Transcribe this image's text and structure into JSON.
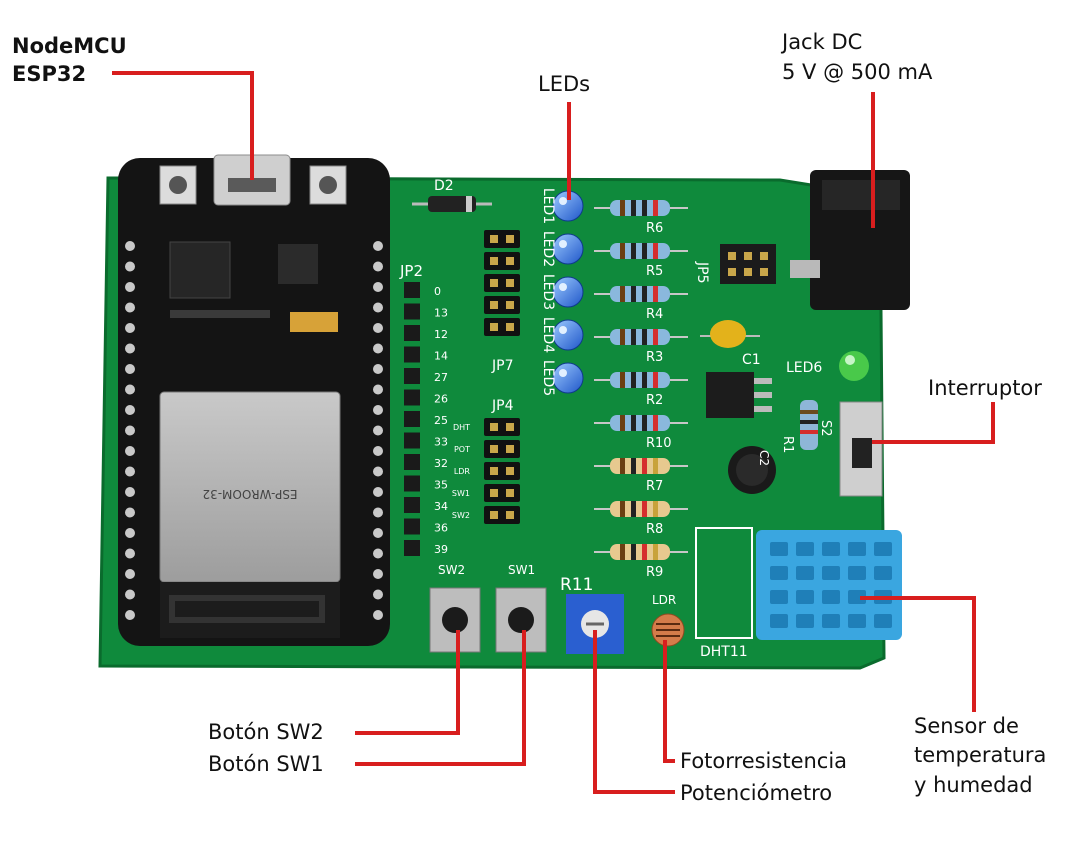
{
  "labels": {
    "nodemcu_line1": "NodeMCU",
    "nodemcu_line2": "ESP32",
    "leds": "LEDs",
    "jack_line1": "Jack DC",
    "jack_line2": "5 V @ 500 mA",
    "interruptor": "Interruptor",
    "sw2": "Botón SW2",
    "sw1": "Botón SW1",
    "fotorresistencia": "Fotorresistencia",
    "potenciometro": "Potenciómetro",
    "sensor_line1": "Sensor de",
    "sensor_line2": "temperatura",
    "sensor_line3": "y humedad"
  },
  "silkscreen": {
    "jp2": "JP2",
    "jp4": "JP4",
    "jp5": "JP5",
    "jp7": "JP7",
    "d2": "D2",
    "r11": "R11",
    "ldr": "LDR",
    "dht11": "DHT11",
    "led6": "LED6",
    "c1": "C1",
    "c2": "C2",
    "r1": "R1",
    "s2": "S2",
    "sw1": "SW1",
    "sw2": "SW2",
    "led_names": [
      "LED1",
      "LED2",
      "LED3",
      "LED4",
      "LED5"
    ],
    "resistor_names": [
      "R6",
      "R5",
      "R4",
      "R3",
      "R2",
      "R10",
      "R7",
      "R8",
      "R9"
    ],
    "jp2_pins": [
      "0",
      "13",
      "12",
      "14",
      "27",
      "26",
      "25",
      "33",
      "32",
      "35",
      "34",
      "36",
      "39"
    ],
    "jp4_pins": [
      "DHT",
      "POT",
      "LDR",
      "SW1",
      "SW2"
    ],
    "module_name": "ESP-WROOM-32"
  },
  "colors": {
    "pcb": "#0f8a3c",
    "leader": "#d81e1e",
    "led_blue": "#1f6fd6",
    "led_green": "#49c94a",
    "dht_blue": "#3aa6e0",
    "pot_blue": "#2a5fd0"
  }
}
